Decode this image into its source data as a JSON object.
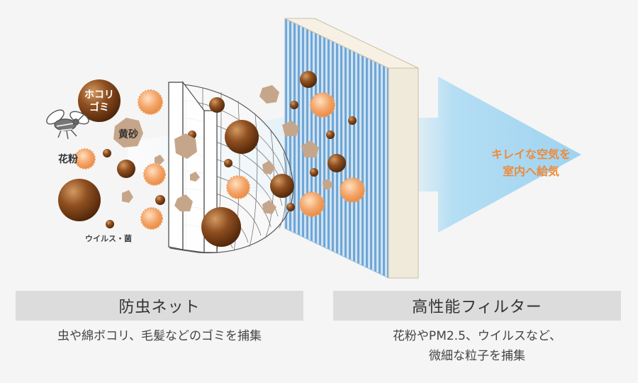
{
  "particle_labels": {
    "dust_line1": "ホコリ",
    "dust_line2": "ゴミ",
    "yellow_sand": "黄砂",
    "pollen": "花粉",
    "virus": "ウイルス・菌"
  },
  "outcome": {
    "line1": "キレイな空気を",
    "line2": "室内へ給気"
  },
  "left_panel": {
    "title": "防虫ネット",
    "caption": "虫や綿ボコリ、毛髪などのゴミを捕集"
  },
  "right_panel": {
    "title": "高性能フィルター",
    "caption_line1": "花粉やPM2.5、ウイルスなど、",
    "caption_line2": "微細な粒子を捕集"
  },
  "colors": {
    "arrow": "#a8d8f2",
    "filter_blue": "#5b9bd0",
    "pollen_orange": "#f0a060",
    "dust_brown": "#8a4a1c",
    "sand_tan": "#c6a68a",
    "outcome_text": "#ee8a3a",
    "panel_bg": "#dcdcdc"
  },
  "icons": [
    "insect-icon"
  ]
}
